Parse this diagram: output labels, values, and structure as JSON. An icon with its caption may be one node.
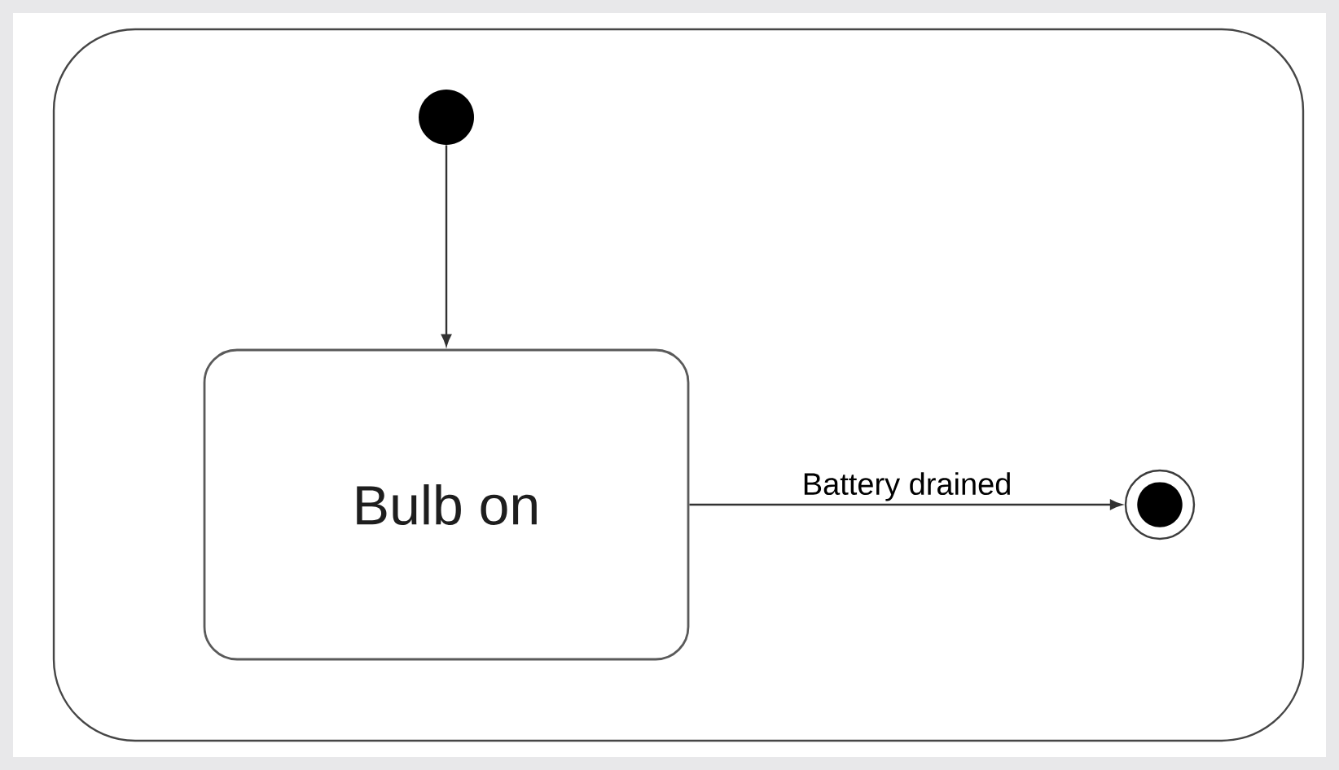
{
  "diagram": {
    "nodes": [
      {
        "text": [],
        "shape": "box"
      },
      {
        "text": [],
        "shape": "circle",
        "in": 0
      },
      {
        "text": [
          "Bulb on"
        ],
        "in": 0
      },
      {
        "text": [],
        "shape": "bullseye",
        "in": 0
      }
    ],
    "edges": [
      {
        "from": 1,
        "to": 2,
        "arrow": "to"
      },
      {
        "from": 2,
        "to": 3,
        "arrow": "to",
        "label": "Battery drained"
      }
    ]
  }
}
